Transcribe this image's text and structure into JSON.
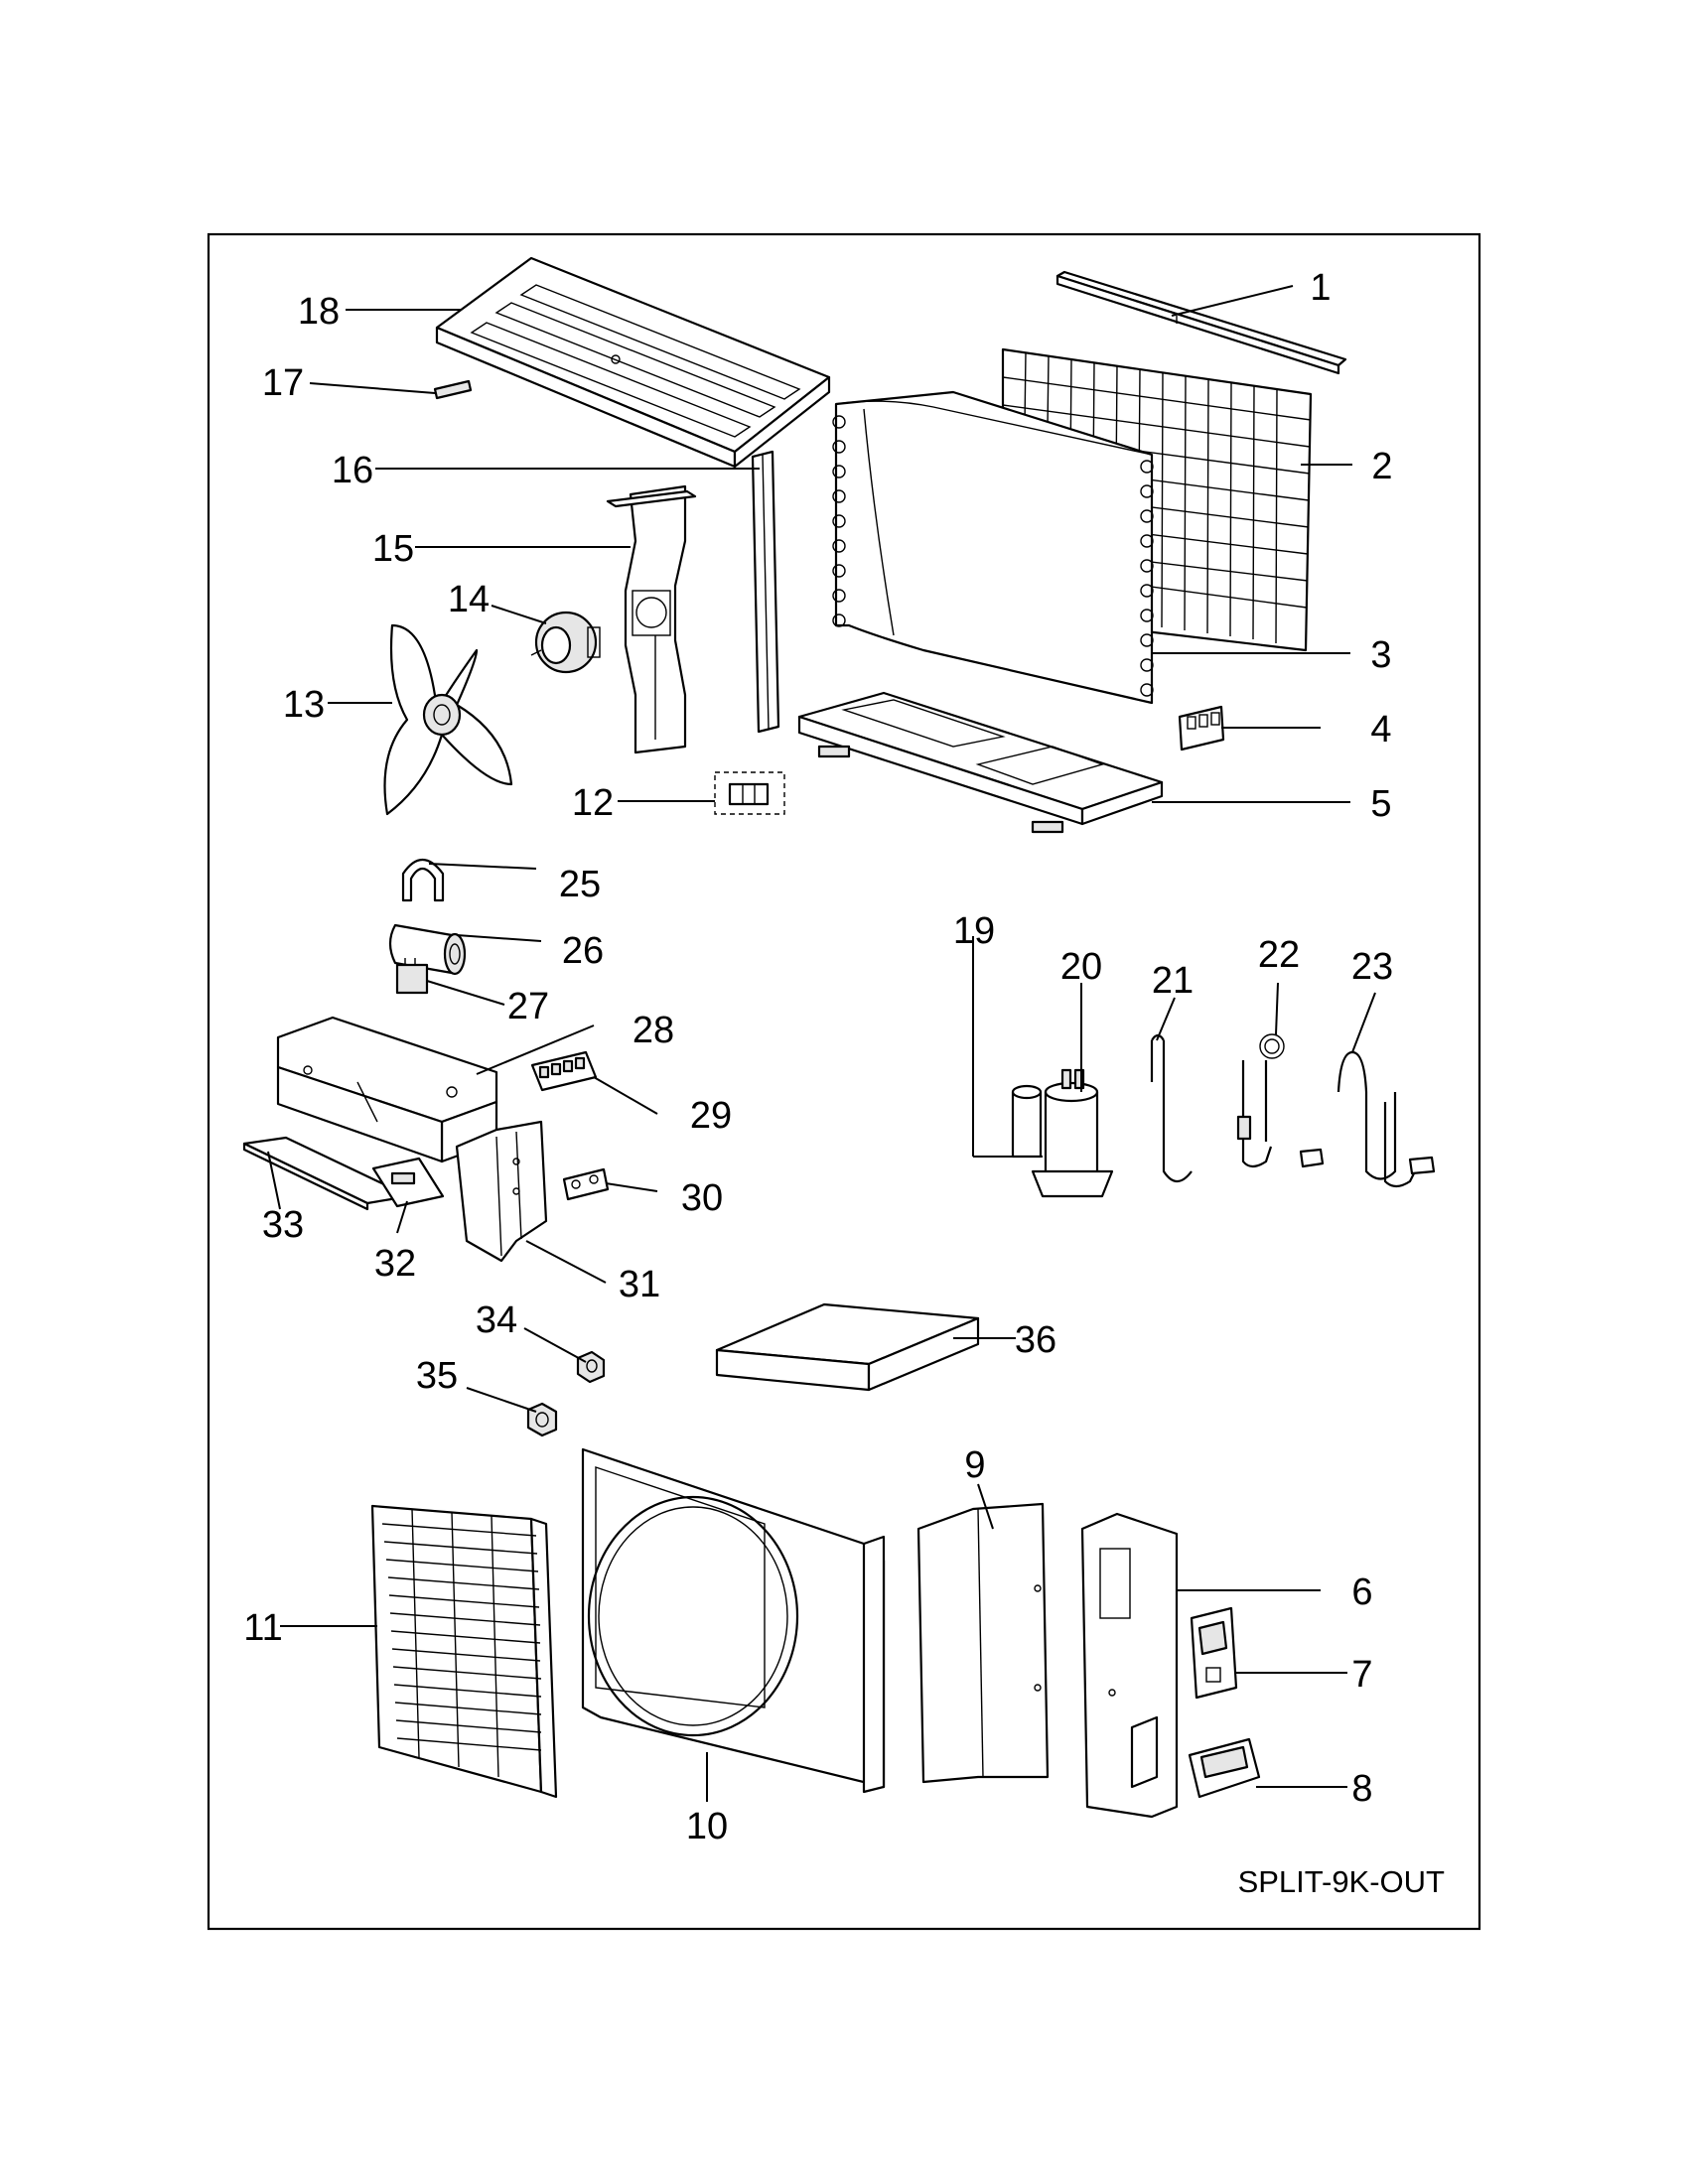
{
  "diagram_code": "SPLIT-9K-OUT",
  "callouts": [
    {
      "n": "1"
    },
    {
      "n": "2"
    },
    {
      "n": "3"
    },
    {
      "n": "4"
    },
    {
      "n": "5"
    },
    {
      "n": "6"
    },
    {
      "n": "7"
    },
    {
      "n": "8"
    },
    {
      "n": "9"
    },
    {
      "n": "10"
    },
    {
      "n": "11"
    },
    {
      "n": "12"
    },
    {
      "n": "13"
    },
    {
      "n": "14"
    },
    {
      "n": "15"
    },
    {
      "n": "16"
    },
    {
      "n": "17"
    },
    {
      "n": "18"
    },
    {
      "n": "19"
    },
    {
      "n": "20"
    },
    {
      "n": "21"
    },
    {
      "n": "22"
    },
    {
      "n": "23"
    },
    {
      "n": "25"
    },
    {
      "n": "26"
    },
    {
      "n": "27"
    },
    {
      "n": "28"
    },
    {
      "n": "29"
    },
    {
      "n": "30"
    },
    {
      "n": "31"
    },
    {
      "n": "32"
    },
    {
      "n": "33"
    },
    {
      "n": "34"
    },
    {
      "n": "35"
    },
    {
      "n": "36"
    }
  ]
}
